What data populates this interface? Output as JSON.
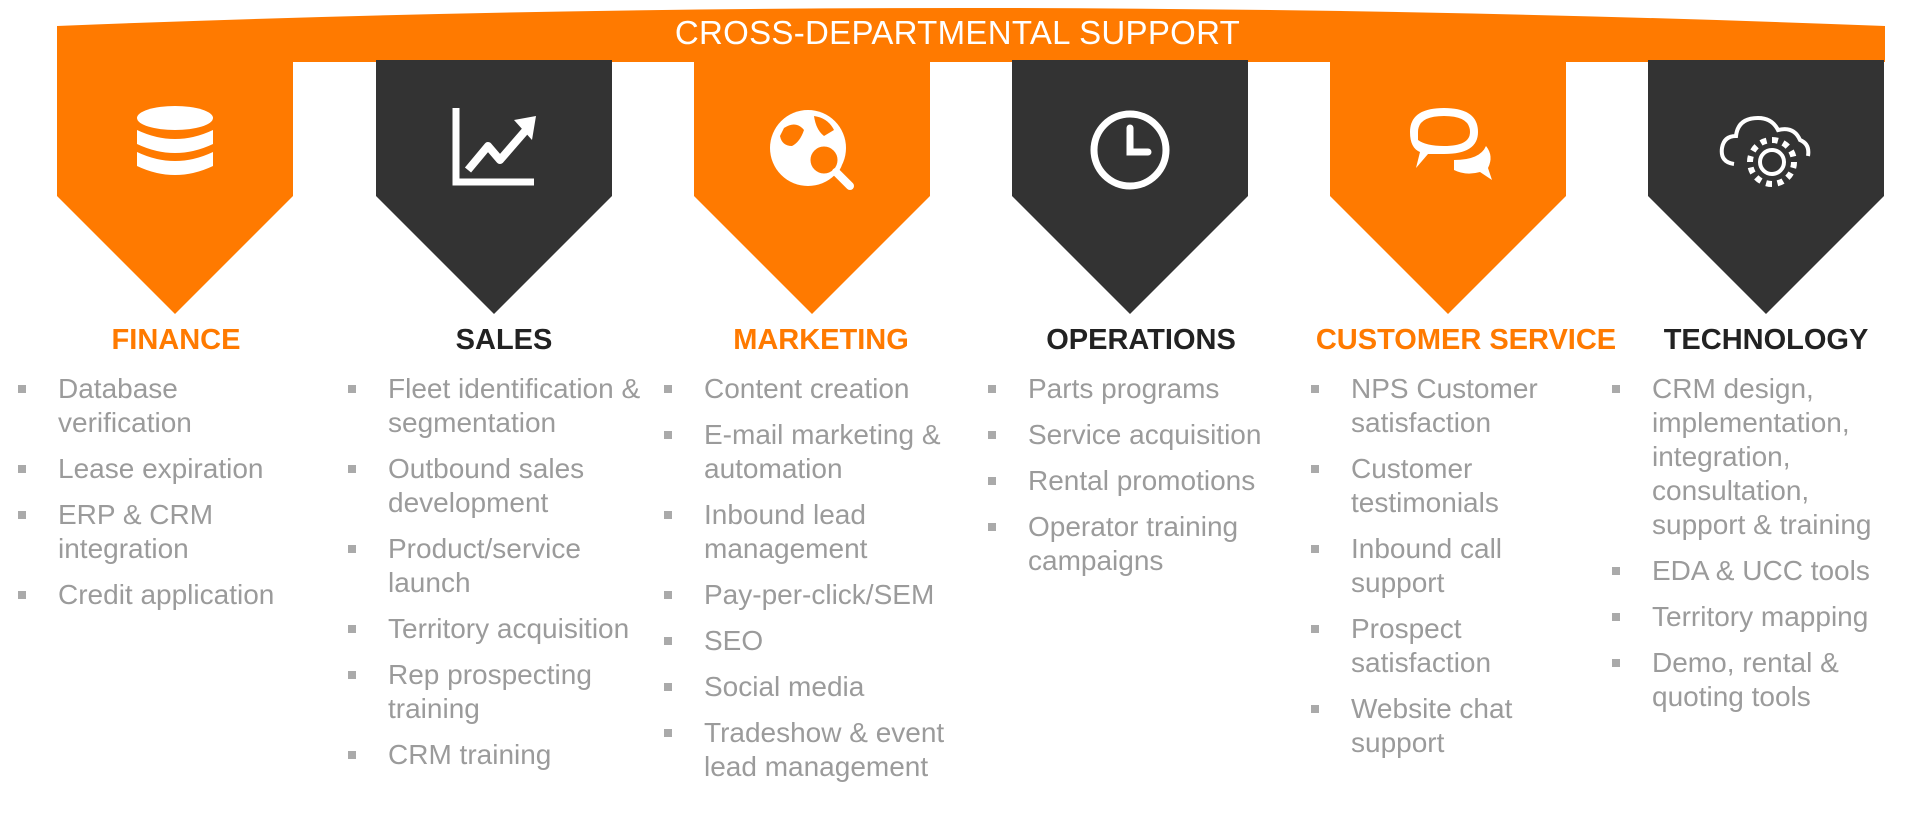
{
  "banner": {
    "title": "CROSS-DEPARTMENTAL SUPPORT"
  },
  "colors": {
    "orange": "#ff7a00",
    "dark": "#333333",
    "text_gray": "#9b9b9b",
    "bullet_gray": "#aaaaaa"
  },
  "departments": [
    {
      "name": "FINANCE",
      "color": "orange",
      "icon": "database-icon",
      "items": [
        "Database verification",
        "Lease expiration",
        "ERP & CRM integration",
        "Credit application"
      ]
    },
    {
      "name": "SALES",
      "color": "dark",
      "icon": "trend-chart-icon",
      "items": [
        "Fleet identification & segmentation",
        "Outbound sales development",
        "Product/service launch",
        "Territory acquisition",
        "Rep prospecting training",
        "CRM training"
      ]
    },
    {
      "name": "MARKETING",
      "color": "orange",
      "icon": "globe-search-icon",
      "items": [
        "Content creation",
        "E-mail marketing & automation",
        "Inbound lead management",
        "Pay-per-click/SEM",
        "SEO",
        "Social media",
        "Tradeshow & event lead management"
      ]
    },
    {
      "name": "OPERATIONS",
      "color": "dark",
      "icon": "clock-icon",
      "items": [
        "Parts programs",
        "Service acquisition",
        "Rental  promotions",
        "Operator training campaigns"
      ]
    },
    {
      "name": "CUSTOMER SERVICE",
      "color": "orange",
      "icon": "chat-bubbles-icon",
      "items": [
        "NPS Customer satisfaction",
        "Customer testimonials",
        "Inbound call support",
        "Prospect satisfaction",
        "Website chat support"
      ]
    },
    {
      "name": "TECHNOLOGY",
      "color": "dark",
      "icon": "cloud-gear-icon",
      "items": [
        "CRM design, implementation, integration, consultation, support & training",
        "EDA & UCC tools",
        "Territory mapping",
        "Demo, rental & quoting tools"
      ]
    }
  ]
}
